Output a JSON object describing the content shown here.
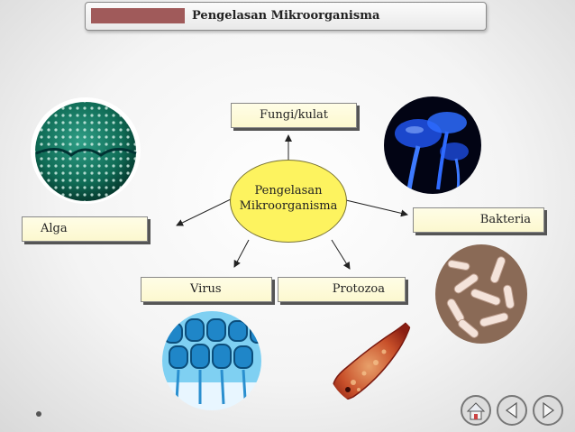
{
  "header": {
    "title": "Pengelasan Mikroorganisma"
  },
  "diagram": {
    "center": {
      "line1": "Pengelasan",
      "line2": "Mikroorganisma"
    },
    "nodes": {
      "fungi": "Fungi/kulat",
      "alga": "Alga",
      "bakteria": "Bakteria",
      "virus": "Virus",
      "protozoa": "Protozoa"
    }
  },
  "images": {
    "alga": "green-diatom-micrograph",
    "fungi": "blue-mushroom-fungi",
    "bakteria": "rod-bacteria-micrograph",
    "virus": "blue-virus-lattice",
    "protozoa": "red-protozoan-cell"
  },
  "nav": {
    "icons": [
      "home-icon",
      "back-icon",
      "forward-icon"
    ]
  },
  "colors": {
    "hub_fill": "#fdf35f",
    "node_fill": "#fcf8cf",
    "title_accent": "#a05a5a"
  }
}
